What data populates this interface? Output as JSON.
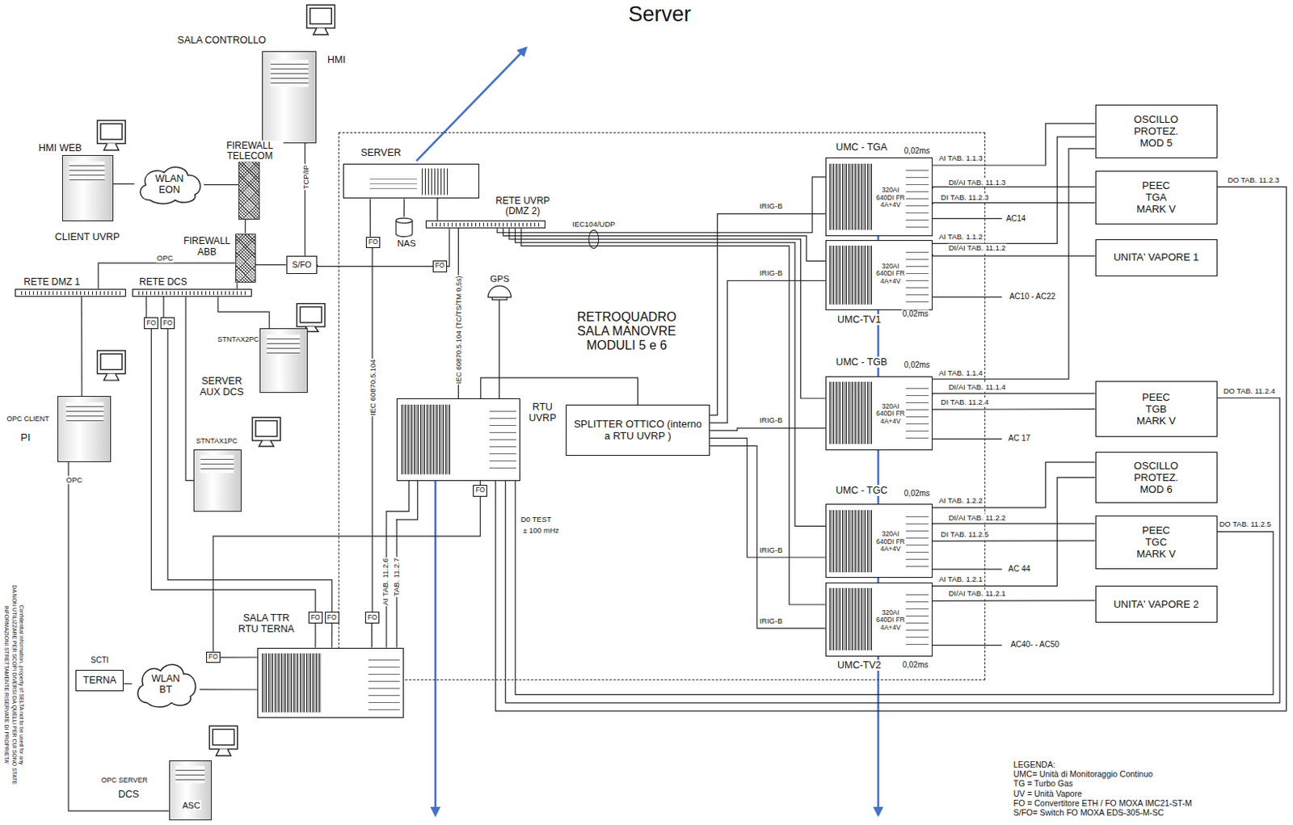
{
  "diagram": {
    "nodes": [
      {
        "text": [
          "SALA CONTROLLO",
          "HMI"
        ]
      },
      {
        "text": [
          "HMI WEB",
          "CLIENT UVRP"
        ]
      },
      {
        "text": [
          "WLAN EON"
        ]
      },
      {
        "text": [
          "FIREWALL TELECOM"
        ]
      },
      {
        "text": [
          "FIREWALL ABB"
        ]
      },
      {
        "text": [
          "S/FO"
        ]
      },
      {
        "text": [
          "RETE DMZ 1"
        ]
      },
      {
        "text": [
          "RETE DCS"
        ]
      },
      {
        "text": [
          "FO"
        ]
      },
      {
        "text": [
          "FO"
        ]
      },
      {
        "text": [
          "STNTAX2PC",
          "SERVER AUX DCS"
        ]
      },
      {
        "text": [
          "STNTAX1PC"
        ]
      },
      {
        "text": [
          "OPC CLIENT",
          "PI"
        ]
      },
      {
        "text": [
          "RETROQUADRO SALA MANOVRE MODULI 5 e 6"
        ]
      },
      {
        "text": [
          "SERVER"
        ],
        "in": 13
      },
      {
        "text": [
          "NAS"
        ],
        "in": 13
      },
      {
        "text": [
          "RETE UVRP (DMZ 2)"
        ],
        "in": 13
      },
      {
        "text": [
          "FO"
        ],
        "in": 13
      },
      {
        "text": [
          "FO"
        ],
        "in": 13
      },
      {
        "text": [
          "GPS"
        ],
        "in": 13
      },
      {
        "text": [
          "RTU UVRP"
        ],
        "in": 13
      },
      {
        "text": [
          "FO"
        ],
        "in": 13
      },
      {
        "text": [
          "SPLITTER OTTICO (interno a RTU UVRP )"
        ],
        "in": 13
      },
      {
        "text": [
          "UMC - TGA",
          "320AI 640DI FR 4A+4V"
        ],
        "in": 13
      },
      {
        "text": [
          "UMC-TV1",
          "320AI 640DI FR 4A+4V"
        ],
        "in": 13
      },
      {
        "text": [
          "UMC - TGB",
          "320AI 640DI FR 4A+4V"
        ],
        "in": 13
      },
      {
        "text": [
          "UMC - TGC",
          "320AI 640DI FR 4A+4V"
        ],
        "in": 13
      },
      {
        "text": [
          "UMC-TV2",
          "320AI 640DI FR 4A+4V"
        ],
        "in": 13
      },
      {
        "text": [
          "OSCILLO PROTEZ. MOD 5"
        ]
      },
      {
        "text": [
          "PEEC TGA MARK V"
        ]
      },
      {
        "text": [
          "UNITA' VAPORE 1"
        ]
      },
      {
        "text": [
          "PEEC TGB MARK V"
        ]
      },
      {
        "text": [
          "OSCILLO PROTEZ. MOD 6"
        ]
      },
      {
        "text": [
          "PEEC TGC MARK V"
        ]
      },
      {
        "text": [
          "UNITA' VAPORE 2"
        ]
      },
      {
        "text": [
          "SALA TTR RTU TERNA"
        ]
      },
      {
        "text": [
          "FO"
        ]
      },
      {
        "text": [
          "FO"
        ]
      },
      {
        "text": [
          "FO"
        ]
      },
      {
        "text": [
          "FO"
        ]
      },
      {
        "text": [
          "SCTI",
          "TERNA"
        ]
      },
      {
        "text": [
          "WLAN BT"
        ]
      },
      {
        "text": [
          "OPC SERVER",
          "DCS",
          "ASC"
        ]
      }
    ],
    "edges": [
      {
        "from": 0,
        "to": 5,
        "arrow": "none",
        "label": "TCP/IP"
      },
      {
        "from": 1,
        "to": 2,
        "arrow": "none"
      },
      {
        "from": 2,
        "to": 3,
        "arrow": "none"
      },
      {
        "from": 3,
        "to": 4,
        "arrow": "none"
      },
      {
        "from": 4,
        "to": 5,
        "arrow": "none"
      },
      {
        "from": 5,
        "to": 18,
        "arrow": "none"
      },
      {
        "from": 18,
        "to": 16,
        "arrow": "none"
      },
      {
        "from": 6,
        "to": 4,
        "arrow": "none",
        "label": "OPC"
      },
      {
        "from": 7,
        "to": 4,
        "arrow": "none"
      },
      {
        "from": 7,
        "to": 10,
        "arrow": "none"
      },
      {
        "from": 7,
        "to": 11,
        "arrow": "none"
      },
      {
        "from": 7,
        "to": 8,
        "arrow": "none"
      },
      {
        "from": 7,
        "to": 9,
        "arrow": "none"
      },
      {
        "from": 8,
        "to": 36,
        "arrow": "none"
      },
      {
        "from": 9,
        "to": 37,
        "arrow": "none"
      },
      {
        "from": 6,
        "to": 12,
        "arrow": "none"
      },
      {
        "from": 12,
        "to": 42,
        "arrow": "none",
        "label": "OPC"
      },
      {
        "from": 14,
        "to": 17,
        "arrow": "none"
      },
      {
        "from": 17,
        "to": 38,
        "arrow": "none",
        "label": "IEC 60870.5.104"
      },
      {
        "from": 38,
        "to": 35,
        "arrow": "none"
      },
      {
        "from": 14,
        "to": 15,
        "arrow": "none"
      },
      {
        "from": 14,
        "to": 16,
        "arrow": "none"
      },
      {
        "from": 16,
        "to": 20,
        "arrow": "none",
        "label": "IEC 60870.5.104 (TC/TS/TM 0,5s)"
      },
      {
        "from": 16,
        "to": 23,
        "arrow": "none",
        "label": "IEC104/UDP"
      },
      {
        "from": 16,
        "to": 24,
        "arrow": "none"
      },
      {
        "from": 16,
        "to": 25,
        "arrow": "none"
      },
      {
        "from": 16,
        "to": 26,
        "arrow": "none"
      },
      {
        "from": 16,
        "to": 27,
        "arrow": "none"
      },
      {
        "from": 19,
        "to": 20,
        "arrow": "none"
      },
      {
        "from": 20,
        "to": 22,
        "arrow": "none"
      },
      {
        "from": 22,
        "to": 23,
        "arrow": "none",
        "label": "IRIG-B"
      },
      {
        "from": 22,
        "to": 24,
        "arrow": "none",
        "label": "IRIG-B"
      },
      {
        "from": 22,
        "to": 25,
        "arrow": "none",
        "label": "IRIG-B"
      },
      {
        "from": 22,
        "to": 26,
        "arrow": "none",
        "label": "IRIG-B"
      },
      {
        "from": 22,
        "to": 27,
        "arrow": "none",
        "label": "IRIG-B"
      },
      {
        "from": 20,
        "to": 21,
        "arrow": "none"
      },
      {
        "from": 21,
        "to": 39,
        "arrow": "none"
      },
      {
        "from": 39,
        "to": 35,
        "arrow": "none"
      },
      {
        "from": 36,
        "to": 35,
        "arrow": "none"
      },
      {
        "from": 37,
        "to": 35,
        "arrow": "none"
      },
      {
        "from": 35,
        "to": 41,
        "arrow": "none"
      },
      {
        "from": 41,
        "to": 40,
        "arrow": "none"
      },
      {
        "from": 23,
        "to": 28,
        "arrow": "none",
        "label": "AI TAB. 1.1.3"
      },
      {
        "from": 23,
        "to": 29,
        "arrow": "none",
        "label": "DI/AI TAB. 11.1.3"
      },
      {
        "from": 23,
        "to": 29,
        "arrow": "none",
        "label": "DI TAB. 11.2.3"
      },
      {
        "from": 24,
        "to": 28,
        "arrow": "none",
        "label": "AI TAB. 1.1.2"
      },
      {
        "from": 24,
        "to": 30,
        "arrow": "none",
        "label": "DI/AI TAB. 11.1.2"
      },
      {
        "from": 25,
        "to": 28,
        "arrow": "none",
        "label": "AI TAB. 1.1.4"
      },
      {
        "from": 25,
        "to": 31,
        "arrow": "none",
        "label": "DI/AI TAB. 11.1.4"
      },
      {
        "from": 25,
        "to": 31,
        "arrow": "none",
        "label": "DI TAB. 11.2.4"
      },
      {
        "from": 26,
        "to": 32,
        "arrow": "none",
        "label": "AI TAB. 1.2.2"
      },
      {
        "from": 26,
        "to": 33,
        "arrow": "none",
        "label": "DI/AI TAB. 11.2.2"
      },
      {
        "from": 26,
        "to": 33,
        "arrow": "none",
        "label": "DI TAB. 11.2.5"
      },
      {
        "from": 27,
        "to": 32,
        "arrow": "none",
        "label": "AI TAB. 1.2.1"
      },
      {
        "from": 27,
        "to": 34,
        "arrow": "none",
        "label": "DI/AI TAB. 11.2.1"
      },
      {
        "from": 29,
        "to": 20,
        "arrow": "none",
        "label": "DO TAB. 11.2.3"
      },
      {
        "from": 31,
        "to": 20,
        "arrow": "none",
        "label": "DO TAB. 11.2.4"
      },
      {
        "from": 33,
        "to": 20,
        "arrow": "none",
        "label": "DO TAB. 11.2.5"
      },
      {
        "from": 20,
        "to": 35,
        "arrow": "none",
        "label": "AI TAB. 11.2.6"
      },
      {
        "from": 20,
        "to": 35,
        "arrow": "none",
        "label": "TAB. 11.2.7"
      }
    ],
    "labels": [
      "Server",
      "0,02ms",
      "0,02ms",
      "0,02ms",
      "0,02ms",
      "0,02ms",
      "AC14",
      "AC10 - AC22",
      "AC 17",
      "AC 44",
      "AC40- - AC50",
      "D0 TEST",
      "± 100 mHz",
      "LEGENDA:",
      "INFORMAZIONI STRETTAMENTE RISERVATE DI PROPRIETA'",
      "DA NON UTILIZZARE PER SCOPI DIVERSI DA QUELLI PER CUI SONO STATE",
      "Confidential information, property of SELTA not to be used for any"
    ],
    "legend": [
      {
        "text": "UMC= Unità di Monitoraggio Continuo"
      },
      {
        "text": "TG = Turbo Gas"
      },
      {
        "text": "UV = Unità Vapore"
      },
      {
        "text": "FO = Convertitore ETH / FO MOXA IMC21-ST-M"
      },
      {
        "text": "S/FO= Switch FO MOXA EDS-305-M-SC"
      }
    ]
  }
}
